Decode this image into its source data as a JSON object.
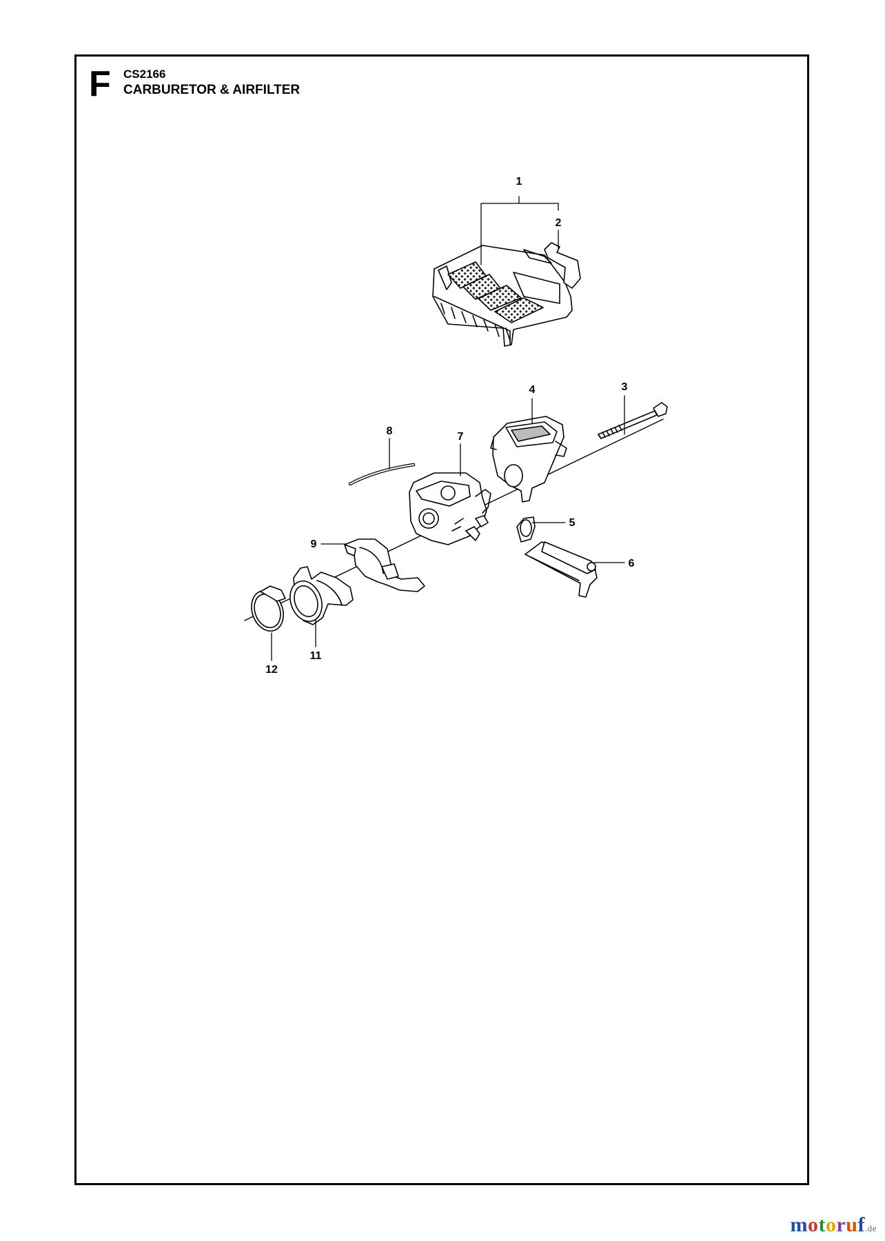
{
  "header": {
    "section_letter": "F",
    "model_code": "CS2166",
    "title": "CARBURETOR & AIRFILTER"
  },
  "callouts": [
    {
      "id": "1",
      "label": "1"
    },
    {
      "id": "2",
      "label": "2"
    },
    {
      "id": "3",
      "label": "3"
    },
    {
      "id": "4",
      "label": "4"
    },
    {
      "id": "5",
      "label": "5"
    },
    {
      "id": "6",
      "label": "6"
    },
    {
      "id": "7",
      "label": "7"
    },
    {
      "id": "8",
      "label": "8"
    },
    {
      "id": "9",
      "label": "9"
    },
    {
      "id": "11",
      "label": "11"
    },
    {
      "id": "12",
      "label": "12"
    }
  ],
  "watermark": {
    "brand": "motoruf",
    "suffix": ".de",
    "colors": [
      "#1f4e9c",
      "#c0392b",
      "#2e8b3e",
      "#e2a400",
      "#7b3fa0",
      "#d35400",
      "#1f4e9c"
    ]
  }
}
